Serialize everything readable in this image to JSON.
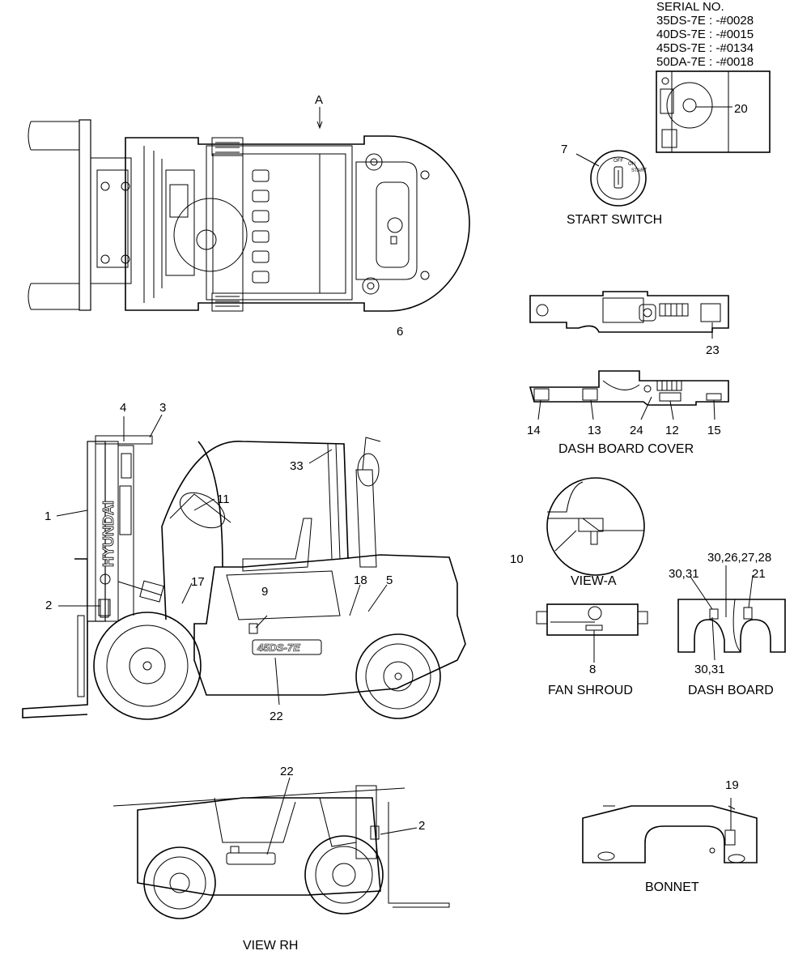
{
  "serial": {
    "heading": "SERIAL NO.",
    "lines": [
      "35DS-7E : -#0028",
      "40DS-7E : -#0015",
      "45DS-7E : -#0134",
      "50DA-7E : -#0018"
    ]
  },
  "captions": {
    "start_switch": "START SWITCH",
    "dash_board_cover": "DASH BOARD COVER",
    "view_a": "VIEW-A",
    "fan_shroud": "FAN SHROUD",
    "dash_board": "DASH BOARD",
    "bonnet": "BONNET",
    "view_rh": "VIEW RH",
    "arrow_a": "A"
  },
  "branding": {
    "mast_brand": "HYUNDAI",
    "model_decal": "45DS-7E",
    "key_off": "OFF",
    "key_on": "ON",
    "key_start": "START"
  },
  "callouts": {
    "c1": "1",
    "c2": "2",
    "c2b": "2",
    "c3": "3",
    "c4": "4",
    "c5": "5",
    "c6": "6",
    "c7": "7",
    "c8": "8",
    "c9": "9",
    "c10": "10",
    "c11": "11",
    "c12": "12",
    "c13": "13",
    "c14": "14",
    "c15": "15",
    "c17": "17",
    "c18": "18",
    "c19": "19",
    "c20": "20",
    "c21": "21",
    "c22": "22",
    "c22b": "22",
    "c23": "23",
    "c24": "24",
    "c30a": "30,31",
    "c30b": "30,26,27,28",
    "c30c": "30,31",
    "c33": "33"
  }
}
